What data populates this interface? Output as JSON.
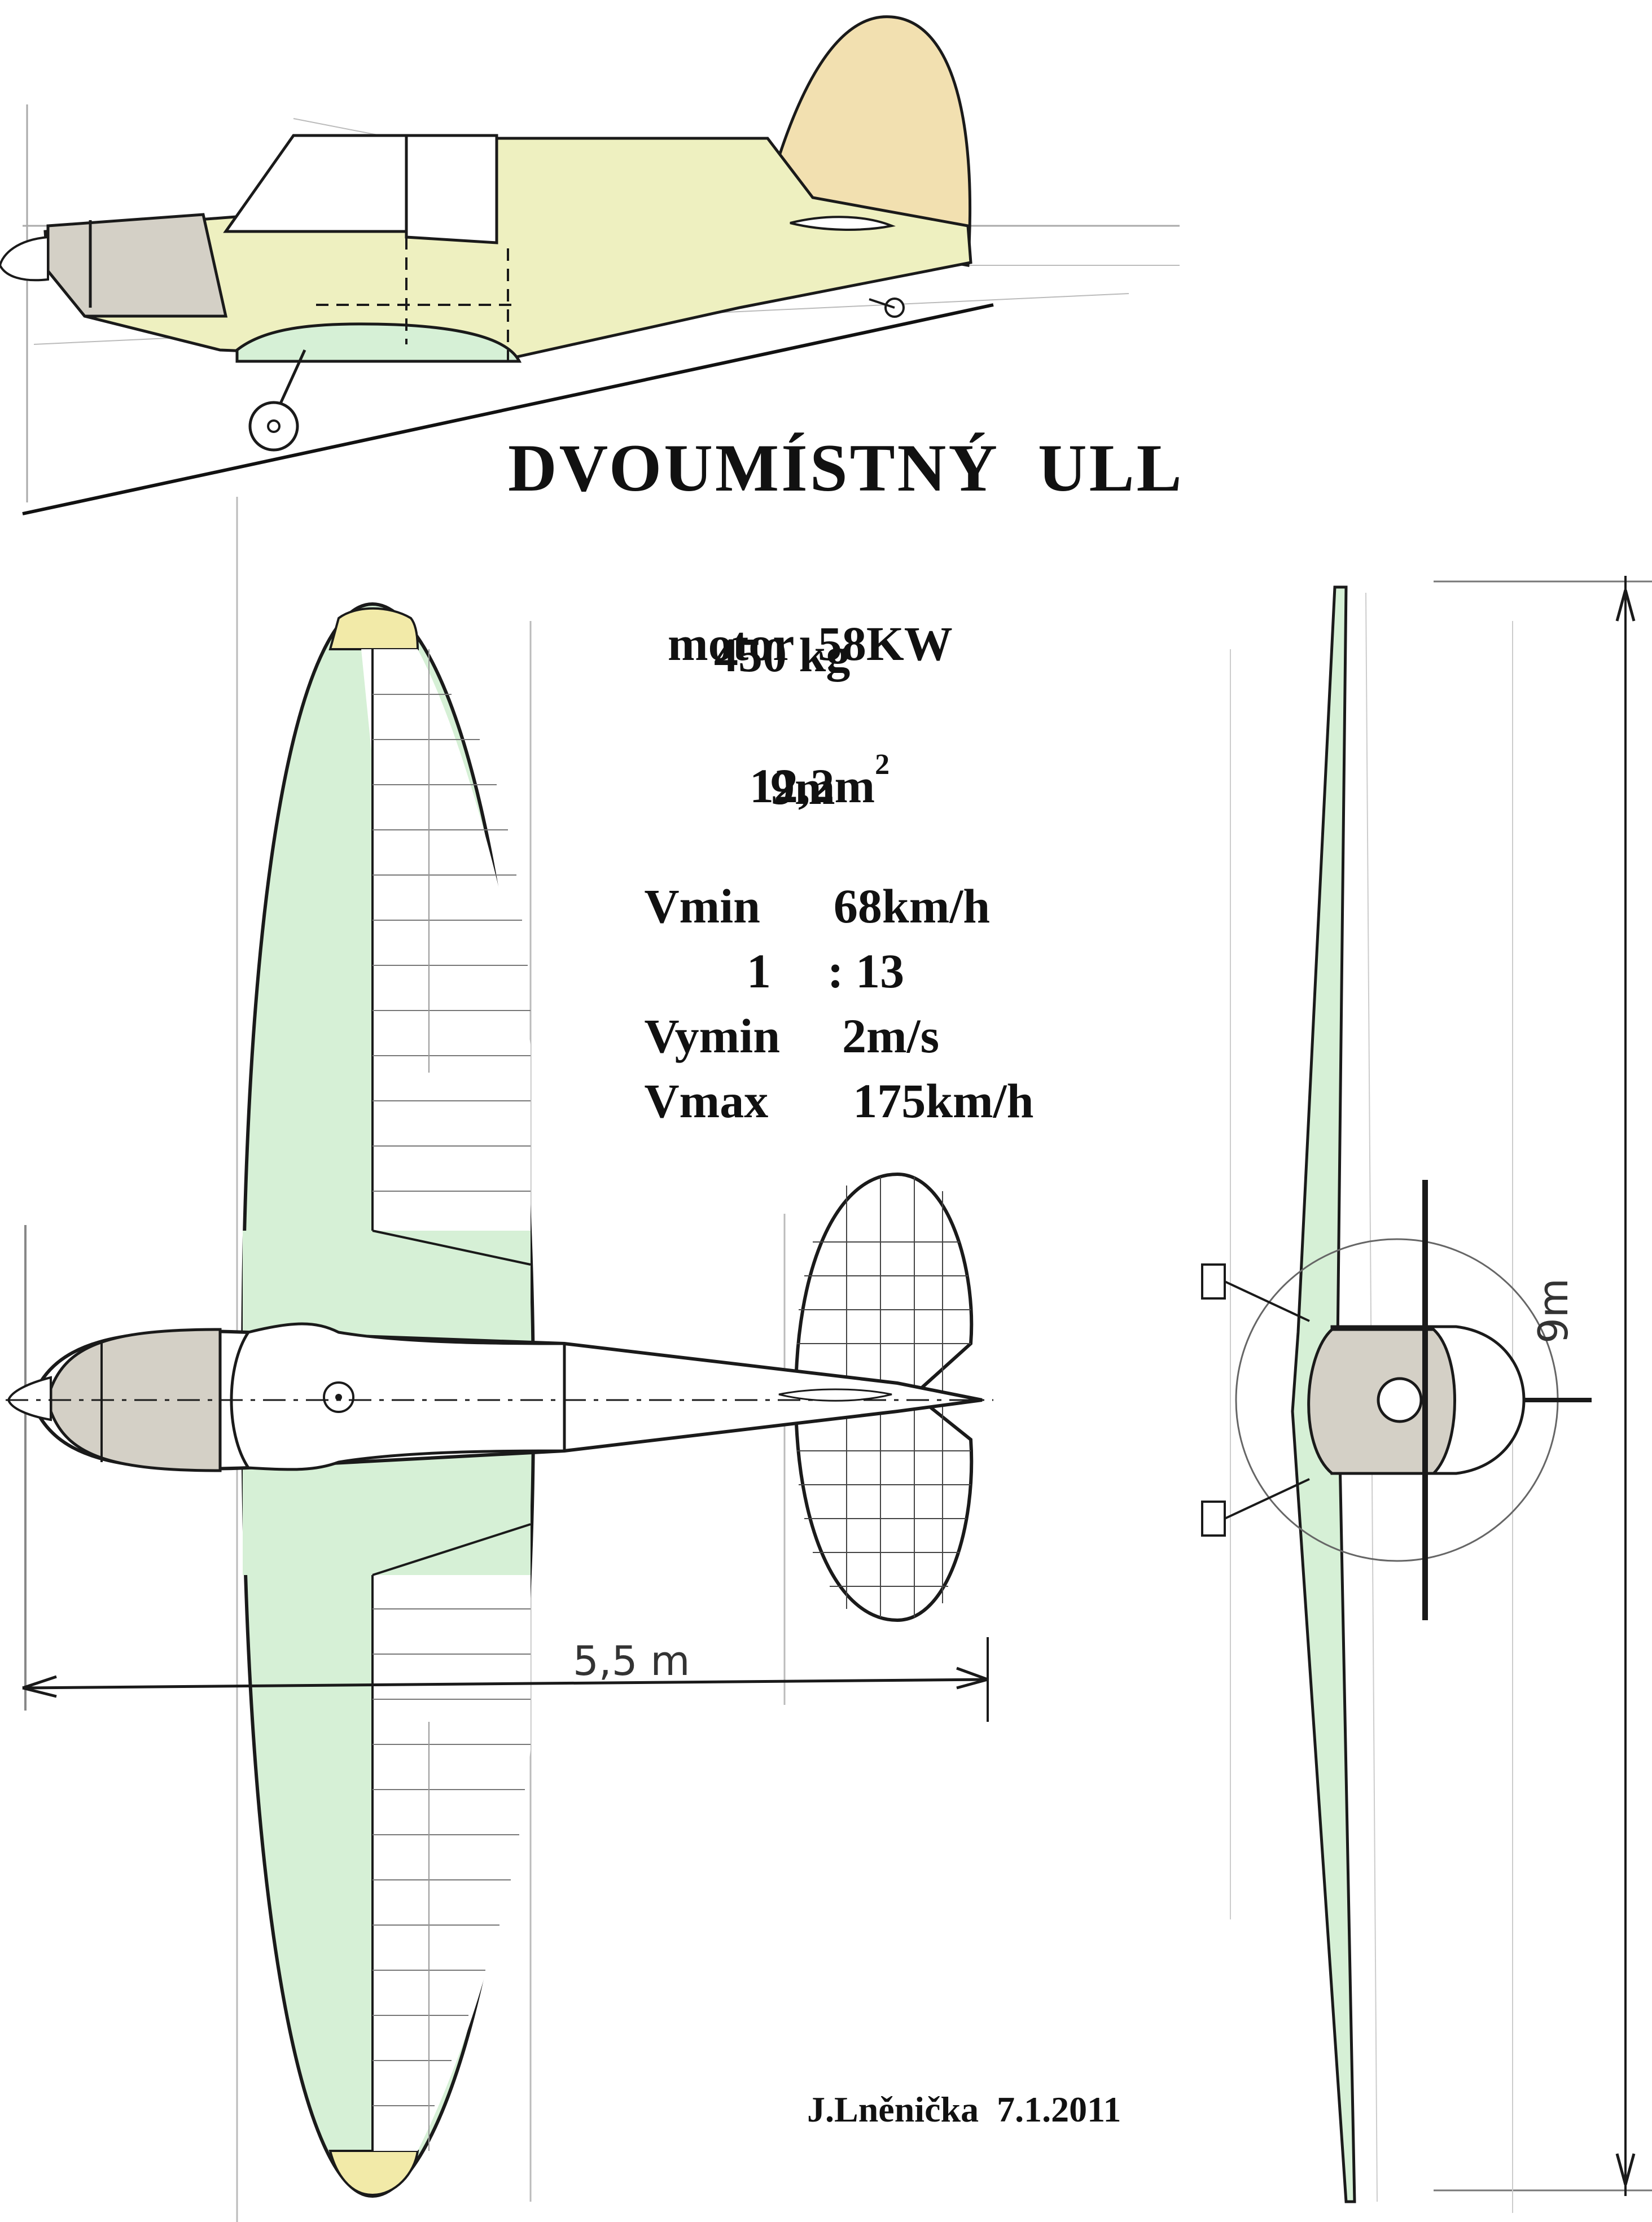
{
  "title": "DVOUMÍSTNÝ  ULL",
  "specs": {
    "engine_label": "motor",
    "engine_value": "58KW",
    "weight": "450 kg",
    "area_value": "12,2m",
    "area_exponent": "2",
    "span": "9m",
    "vmin_label": "Vmin",
    "vmin_value": "68km/h",
    "glide_left": "1",
    "glide_right": ": 13",
    "vymin_label": "Vymin",
    "vymin_value": "2m/s",
    "vmax_label": "Vmax",
    "vmax_value": "175km/h"
  },
  "dimensions": {
    "length": "5,5 m",
    "span": "9m"
  },
  "author": "J.Lněnička  7.1.2011",
  "colors": {
    "wing_green": "#d6f0d6",
    "fuselage_yellow": "#eef0c0",
    "tail_tan": "#f2e0b0",
    "cowling_gray": "#d4d0c6",
    "line": "#1a1a1a",
    "pencil": "#9a9a9a"
  }
}
